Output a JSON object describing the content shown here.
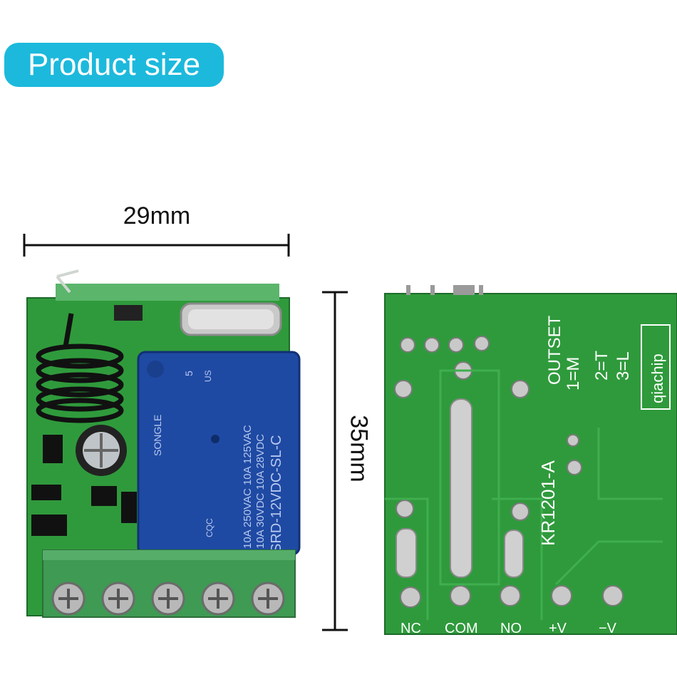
{
  "header": {
    "badge_label": "Product size"
  },
  "dimensions": {
    "width_label": "29mm",
    "height_label": "35mm"
  },
  "front": {
    "relay_brand": "SONGLE",
    "relay_line1": "10A 250VAC  10A 125VAC",
    "relay_line2": "10A 30VDC  10A 28VDC",
    "relay_model": "SRD-12VDC-SL-C",
    "relay_number": "5",
    "relay_cert": "US",
    "relay_cqc": "CQC"
  },
  "back": {
    "brand": "qiachip",
    "outset_title": "OUTSET",
    "outset_1": "1=M",
    "outset_2": "2=T",
    "outset_3": "3=L",
    "model": "KR1201-A",
    "terminals": [
      "NC",
      "COM",
      "NO",
      "+V",
      "−V"
    ]
  },
  "colors": {
    "badge": "#1cb9dc",
    "pcb": "#2f9a3c",
    "relay": "#1f4aa3",
    "terminal": "#3f9a53"
  }
}
